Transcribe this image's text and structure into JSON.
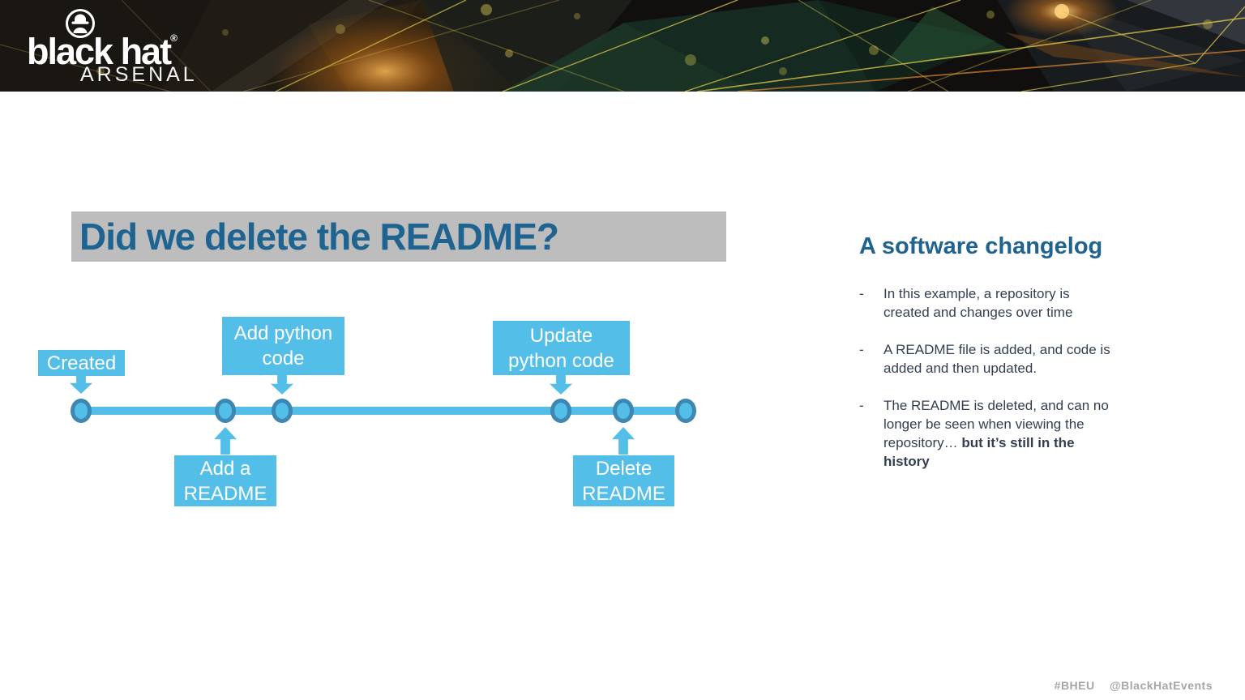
{
  "header": {
    "brand": "black hat",
    "registered": "®",
    "sub_brand": "ARSENAL"
  },
  "slide": {
    "title": "Did we delete the README?",
    "timeline": {
      "description": "Repository history timeline with six commit nodes",
      "node_count": 6,
      "labels": [
        {
          "name": "created",
          "text": "Created",
          "lines": [
            "Created"
          ],
          "position": "above-node-1"
        },
        {
          "name": "add-a-readme",
          "text": "Add a README",
          "lines": [
            "Add a",
            "README"
          ],
          "position": "below-node-2"
        },
        {
          "name": "add-python-code",
          "text": "Add python code",
          "lines": [
            "Add python",
            "code"
          ],
          "position": "above-node-3"
        },
        {
          "name": "update-python-code",
          "text": "Update python code",
          "lines": [
            "Update",
            "python code"
          ],
          "position": "above-node-4"
        },
        {
          "name": "delete-readme",
          "text": "Delete README",
          "lines": [
            "Delete",
            "README"
          ],
          "position": "below-node-5"
        }
      ]
    },
    "sidebar": {
      "heading": "A software changelog",
      "bullet_marker": "-",
      "bullets": [
        {
          "text": "In this example, a repository is created and changes over time"
        },
        {
          "text": "A README file is added, and code is added and then updated."
        },
        {
          "text": "The README is deleted, and can no longer be seen when viewing the repository… ",
          "bold": "but it’s still in the history"
        }
      ]
    }
  },
  "footer": {
    "hashtag": "#BHEU",
    "handle": "@BlackHatEvents"
  },
  "colors": {
    "accent_blue": "#53BFE8",
    "node_ring": "#3D87B2",
    "title_blue": "#1F6391",
    "body_text": "#333F50",
    "title_bar_gray": "#BDBDBD",
    "footer_gray": "#A6A6A6"
  }
}
